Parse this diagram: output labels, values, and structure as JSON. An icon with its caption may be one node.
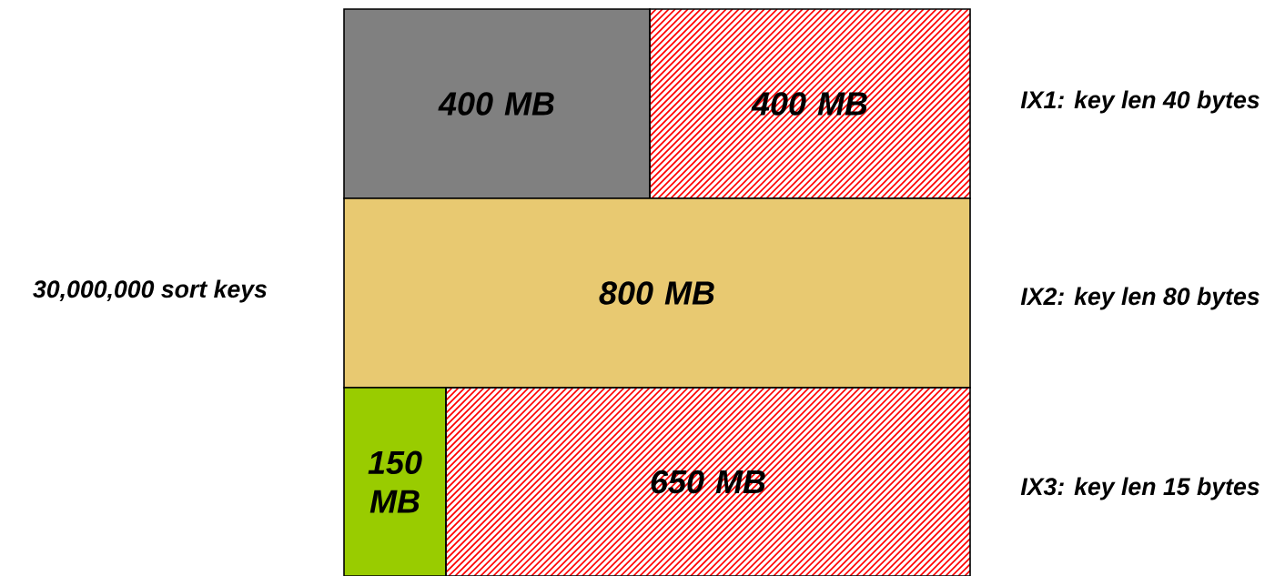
{
  "diagram": {
    "nodes": [
      {
        "text": [
          "400 MB"
        ]
      },
      {
        "text": [
          "400 MB"
        ]
      },
      {
        "text": [
          "800 MB"
        ]
      },
      {
        "text": [
          "150 MB"
        ]
      },
      {
        "text": [
          "650 MB"
        ]
      }
    ],
    "labels": [
      "IX1: key len 40 bytes",
      "30,000,000 sort keys",
      "IX2: key len 80 bytes",
      "IX3: key len 15 bytes"
    ]
  }
}
